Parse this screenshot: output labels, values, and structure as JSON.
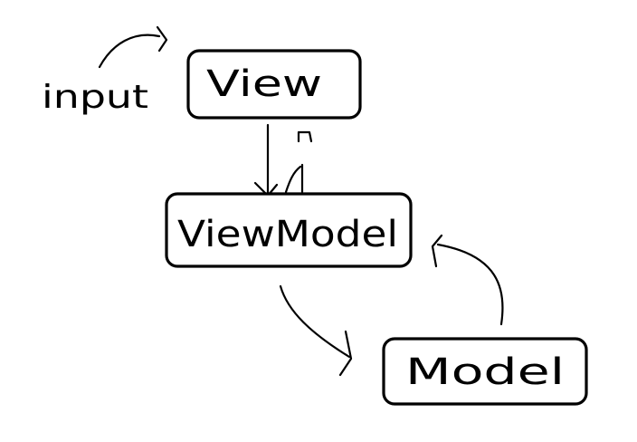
{
  "diagram": {
    "nodes": {
      "view": {
        "label": "View"
      },
      "viewmodel": {
        "label": "ViewModel"
      },
      "model": {
        "label": "Model"
      }
    },
    "annotations": {
      "input": "input"
    },
    "edges": [
      {
        "from": "input",
        "to": "view"
      },
      {
        "from": "view",
        "to": "viewmodel"
      },
      {
        "from": "viewmodel",
        "to": "view"
      },
      {
        "from": "viewmodel",
        "to": "model"
      },
      {
        "from": "model",
        "to": "viewmodel"
      }
    ],
    "colors": {
      "ink": "#000000",
      "background": "#ffffff"
    }
  }
}
